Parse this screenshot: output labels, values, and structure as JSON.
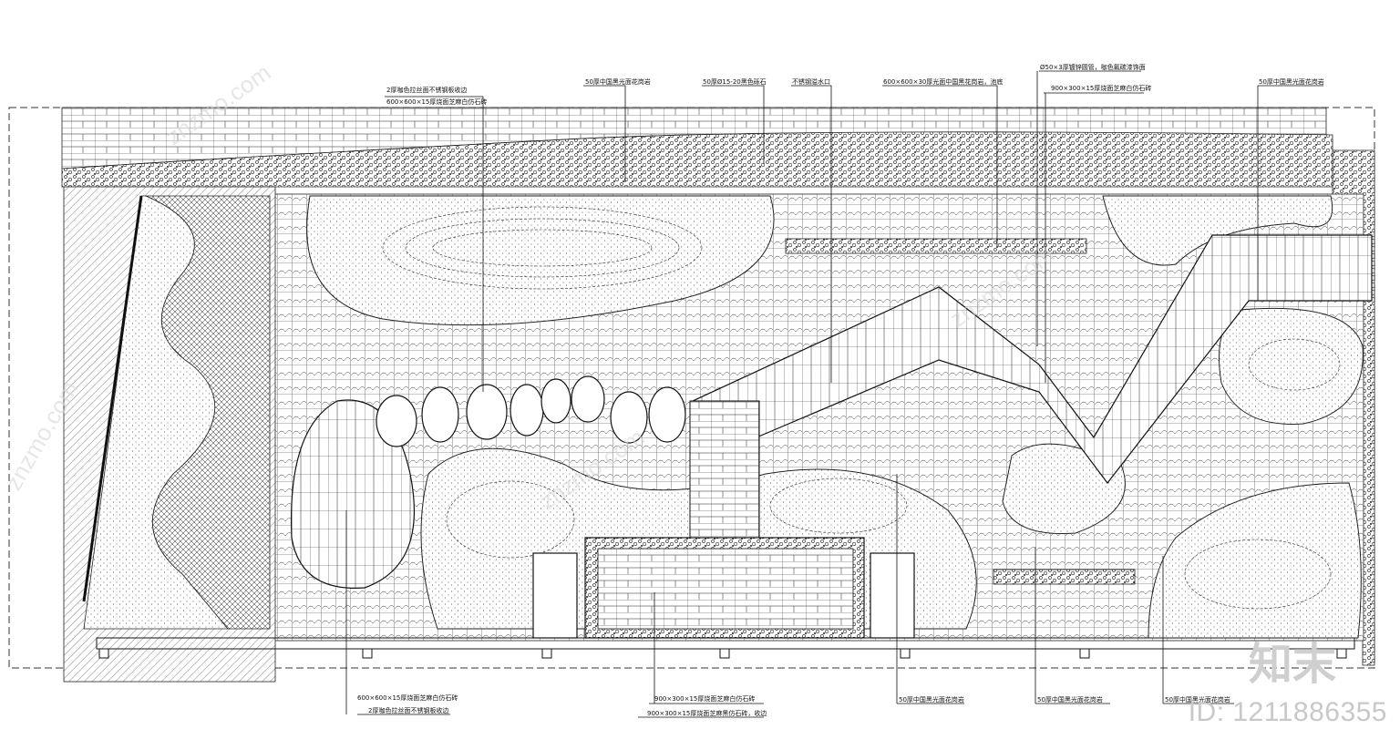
{
  "drawing": {
    "labels_top": [
      {
        "id": "t1a",
        "text": "2厚咖色拉丝面不锈钢板收边"
      },
      {
        "id": "t1b",
        "text": "600×600×15厚烧面芝麻白仿石砖"
      },
      {
        "id": "t2",
        "text": "50厚中国黑光面花岗岩"
      },
      {
        "id": "t3",
        "text": "50厚Ø15-20黑色砾石"
      },
      {
        "id": "t4",
        "text": "不锈钢溢水口"
      },
      {
        "id": "t5",
        "text": "600×600×30厚光面中国黑花岗岩，池底"
      },
      {
        "id": "t6a",
        "text": "Ø50×3厚镀锌圆管，咖色氟碳漆饰面"
      },
      {
        "id": "t6b",
        "text": "900×300×15厚烧面芝麻白仿石砖"
      },
      {
        "id": "t7",
        "text": "50厚中国黑光面花岗岩"
      }
    ],
    "labels_bottom": [
      {
        "id": "b1a",
        "text": "600×600×15厚烧面芝麻白仿石砖"
      },
      {
        "id": "b1b",
        "text": "2厚咖色拉丝面不锈钢板收边"
      },
      {
        "id": "b2a",
        "text": "900×300×15厚烧面芝麻白仿石砖"
      },
      {
        "id": "b2b",
        "text": "900×300×15厚烧面芝麻黑仿石砖，收边"
      },
      {
        "id": "b3",
        "text": "50厚中国黑光面花岗岩"
      },
      {
        "id": "b4",
        "text": "50厚中国黑光面花岗岩"
      },
      {
        "id": "b5",
        "text": "50厚中国黑光面花岗岩"
      }
    ]
  },
  "watermark": {
    "logo": "知末",
    "id_text": "ID: 1211886355",
    "repeated": "znzmo.com"
  },
  "colors": {
    "line": "#1a1a1a",
    "background": "#ffffff",
    "watermark": "#d0d0d0"
  }
}
